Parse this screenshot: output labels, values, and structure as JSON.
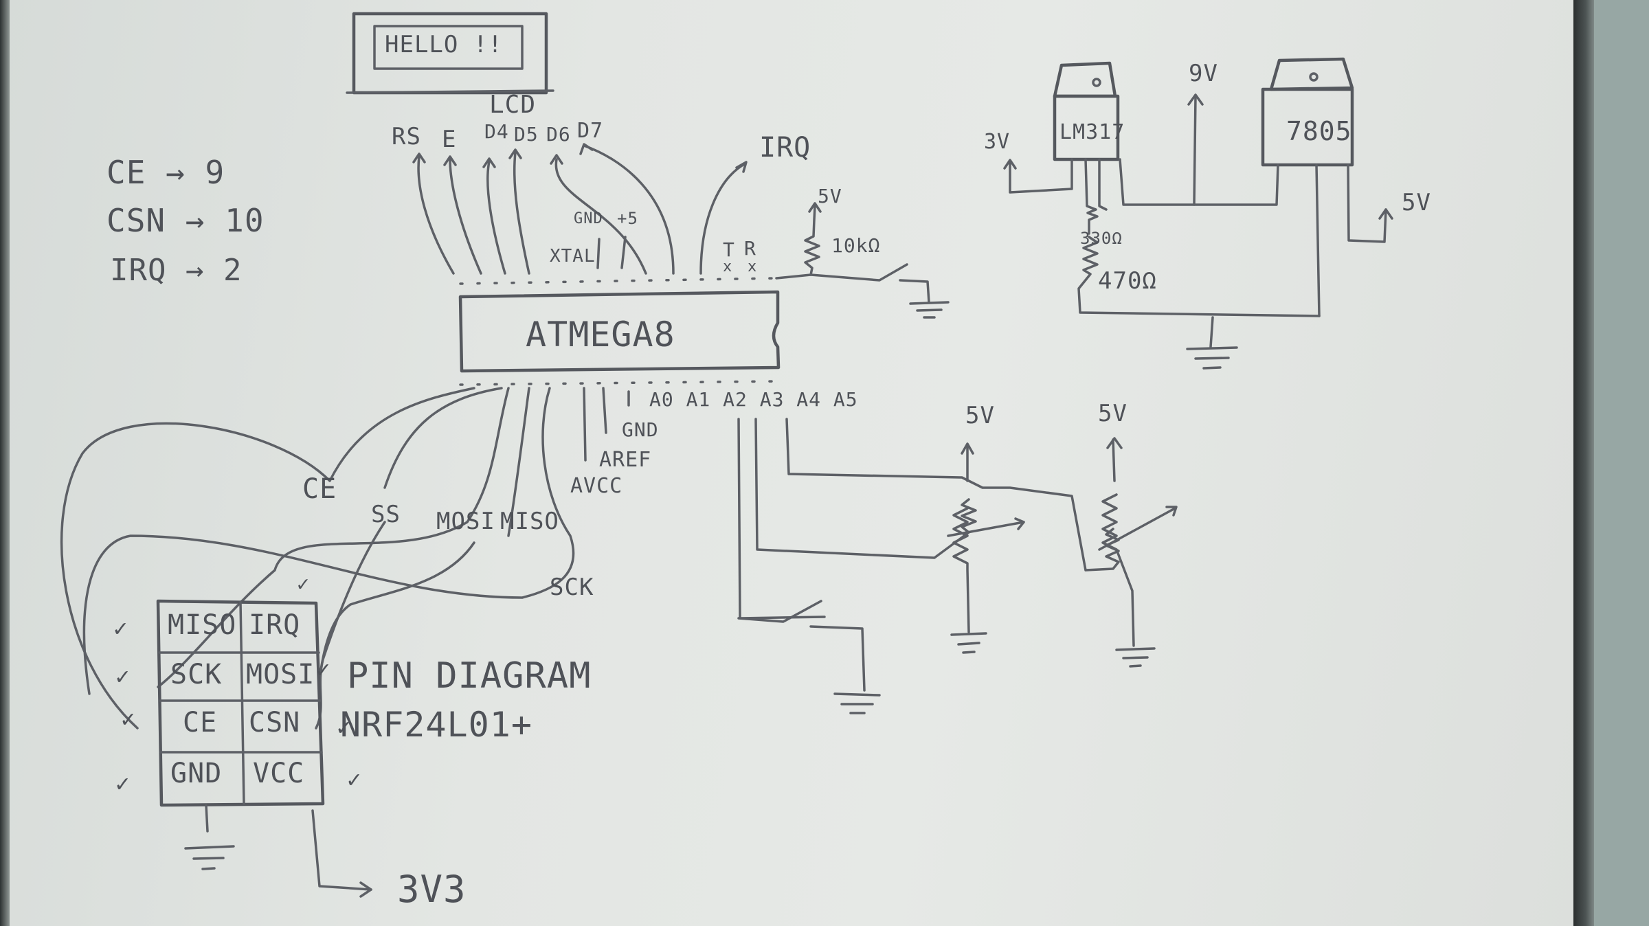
{
  "lcd": {
    "screen_text": "HELLO !!",
    "title": "LCD"
  },
  "lcd_pins": {
    "rs": "RS",
    "e": "E",
    "d4": "D4",
    "d5": "D5",
    "d6": "D6",
    "d7": "D7"
  },
  "pin_map": {
    "ce": "CE → 9",
    "csn": "CSN → 10",
    "irq": "IRQ → 2"
  },
  "mcu": {
    "name": "ATMEGA8",
    "xtal": "XTAL",
    "gnd_top": "GND",
    "plus5": "+5",
    "tx": "T",
    "rx": "R",
    "x_mark": "x",
    "gnd_bottom": "GND",
    "aref": "AREF",
    "avcc": "AVCC",
    "analog_pins": "A0 A1 A2 A3 A4 A5"
  },
  "irq_label": "IRQ",
  "pullup": {
    "supply": "5V",
    "resistor": "10kΩ"
  },
  "regulators": {
    "lm317_label": "LM317",
    "v7805_label": "7805",
    "out_3v": "3V",
    "in_9v": "9V",
    "out_5v": "5V",
    "r1": "330Ω",
    "r2": "470Ω"
  },
  "spi_labels": {
    "ce": "CE",
    "ss": "SS",
    "mosi": "MOSI",
    "miso": "MISO",
    "sck": "SCK"
  },
  "pots": {
    "supply_a": "5V",
    "supply_b": "5V"
  },
  "nrf": {
    "cells": [
      [
        "MISO",
        "IRQ"
      ],
      [
        "SCK",
        "MOSI"
      ],
      [
        "CE",
        "CSN"
      ],
      [
        "GND",
        "VCC"
      ]
    ],
    "title_line1": "PIN DIAGRAM",
    "title_line2": "NRF24L01+",
    "vcc_supply": "3V3",
    "check": "✓"
  }
}
